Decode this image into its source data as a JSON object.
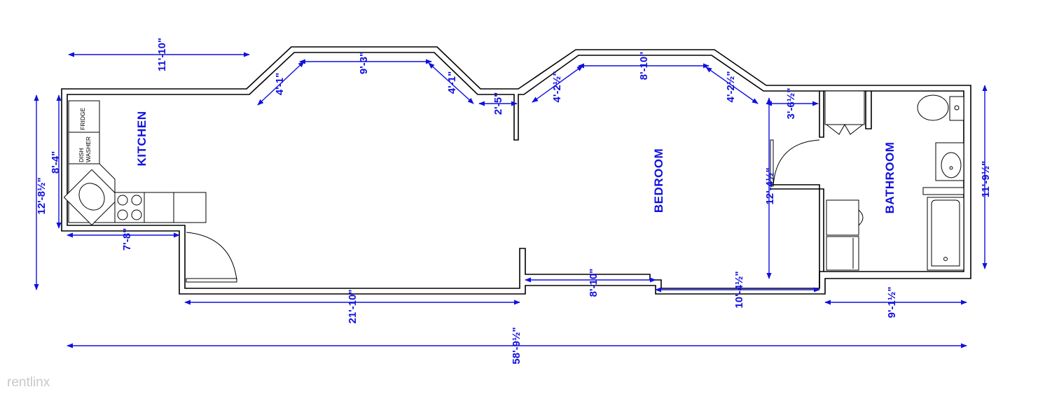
{
  "rooms": {
    "kitchen": "KITCHEN",
    "bedroom": "BEDROOM",
    "bathroom": "BATHROOM"
  },
  "appliances": {
    "fridge": "FRIDGE",
    "dishwasher_line1": "DISH",
    "dishwasher_line2": "WASHER"
  },
  "dimensions": {
    "top_left_width": "11'-10\"",
    "diag_left_1": "4'-1\"",
    "top_mid_1": "9'-3\"",
    "diag_right_1": "4'-1\"",
    "opening": "2'-5\"",
    "diag_left_2": "4'-2½\"",
    "top_mid_2": "8'-10\"",
    "diag_right_2": "4'-2½\"",
    "closet": "3'-6½\"",
    "overall_height_left": "12'-8½\"",
    "kitchen_height": "8'-4\"",
    "kitchen_width": "7'-8\"",
    "bottom_main": "21'-10\"",
    "bottom_mid": "8'-10\"",
    "bottom_right": "10'-4½\"",
    "bedroom_height": "12'-4½\"",
    "bathroom_height": "11'-9½\"",
    "bathroom_width": "9'-1½\"",
    "overall_width": "58'-9½\""
  },
  "watermark": "rentlinx"
}
